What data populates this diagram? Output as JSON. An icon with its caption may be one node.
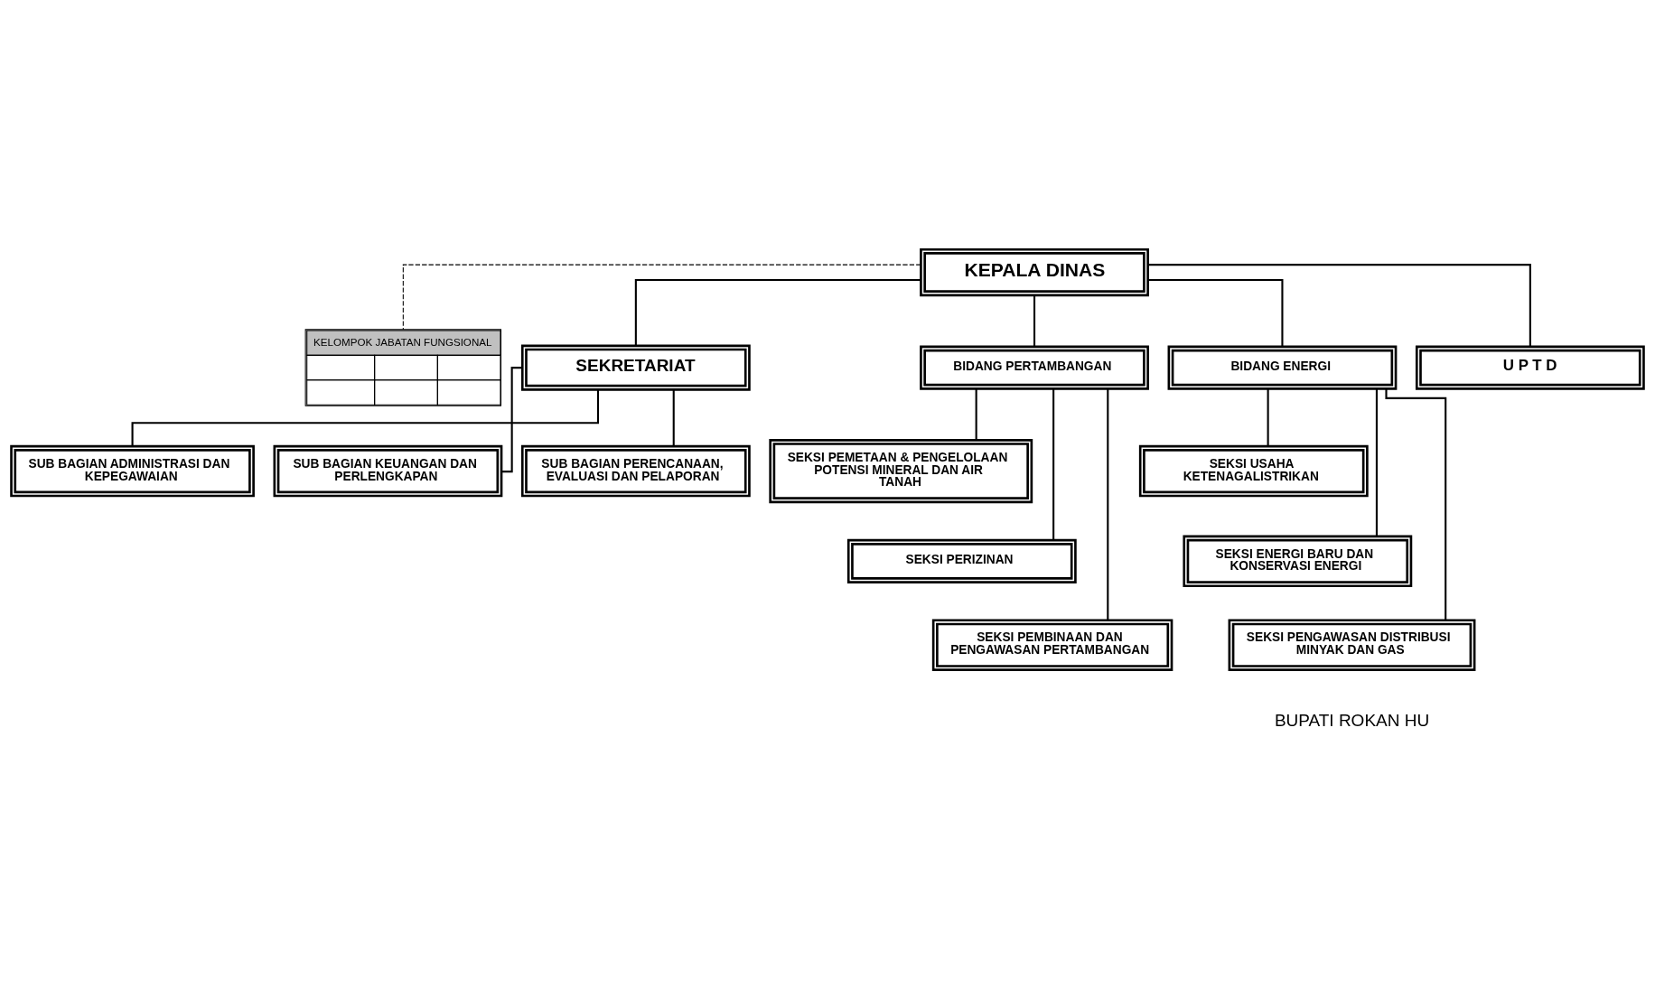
{
  "diagram": {
    "nodes": [
      {
        "text": [
          "KEPALA DINAS"
        ]
      },
      {
        "text": [
          "KELOMPOK JABATAN FUNGSIONAL"
        ]
      },
      {
        "text": [
          "SEKRETARIAT"
        ]
      },
      {
        "text": [
          "SUB BAGIAN ADMINISTRASI DAN KEPEGAWAIAN"
        ]
      },
      {
        "text": [
          "SUB BAGIAN KEUANGAN DAN PERLENGKAPAN"
        ]
      },
      {
        "text": [
          "SUB BAGIAN PERENCANAAN, EVALUASI DAN PELAPORAN"
        ]
      },
      {
        "text": [
          "BIDANG PERTAMBANGAN"
        ]
      },
      {
        "text": [
          "SEKSI PEMETAAN & PENGELOLAAN POTENSI MINERAL DAN AIR TANAH"
        ]
      },
      {
        "text": [
          "SEKSI PERIZINAN"
        ]
      },
      {
        "text": [
          "SEKSI PEMBINAAN DAN PENGAWASAN PERTAMBANGAN"
        ]
      },
      {
        "text": [
          "BIDANG ENERGI"
        ]
      },
      {
        "text": [
          "SEKSI USAHA KETENAGALISTRIKAN"
        ]
      },
      {
        "text": [
          "SEKSI ENERGI BARU DAN KONSERVASI ENERGI"
        ]
      },
      {
        "text": [
          "SEKSI PENGAWASAN DISTRIBUSI MINYAK DAN GAS"
        ]
      },
      {
        "text": [
          "U P T D"
        ]
      }
    ],
    "edges": [
      {
        "from": 0,
        "to": 1,
        "arrow": "none",
        "style": "dashed"
      },
      {
        "from": 0,
        "to": 2,
        "arrow": "none"
      },
      {
        "from": 2,
        "to": 3,
        "arrow": "none"
      },
      {
        "from": 2,
        "to": 4,
        "arrow": "none"
      },
      {
        "from": 2,
        "to": 5,
        "arrow": "none"
      },
      {
        "from": 0,
        "to": 6,
        "arrow": "none"
      },
      {
        "from": 0,
        "to": 10,
        "arrow": "none"
      },
      {
        "from": 6,
        "to": 7,
        "arrow": "none"
      },
      {
        "from": 6,
        "to": 8,
        "arrow": "none"
      },
      {
        "from": 6,
        "to": 9,
        "arrow": "none"
      },
      {
        "from": 10,
        "to": 11,
        "arrow": "none"
      },
      {
        "from": 10,
        "to": 12,
        "arrow": "none"
      },
      {
        "from": 10,
        "to": 13,
        "arrow": "none"
      },
      {
        "from": 0,
        "to": 14,
        "arrow": "none"
      }
    ],
    "labels": [
      "BUPATI ROKAN HU"
    ]
  }
}
